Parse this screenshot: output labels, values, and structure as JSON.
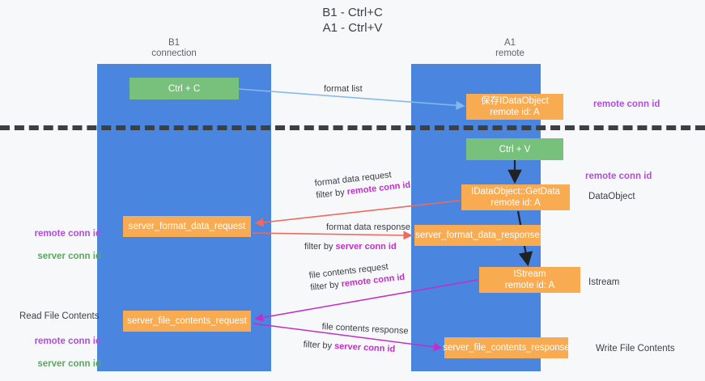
{
  "title": "B1 - Ctrl+C\nA1 - Ctrl+V",
  "columns": {
    "left": "B1\nconnection",
    "right": "A1\nremote"
  },
  "nodes": {
    "ctrl_c": "Ctrl + C",
    "save_idataobject": "保存IDataObject\nremote id: A",
    "ctrl_v": "Ctrl + V",
    "getdata": "IDataObject::GetData\nremote id: A",
    "server_format_data_request": "server_format_data_request",
    "server_format_data_response": "server_format_data_response",
    "istream": "IStream\nremote id: A",
    "server_file_contents_request": "server_file_contents_request",
    "server_file_contents_response": "server_file_contents_response"
  },
  "side_labels": {
    "remote_conn_id_top": "remote conn id",
    "remote_conn_id_mid": "remote conn id",
    "dataobject": "DataObject",
    "istream": "Istream",
    "write_file_contents": "Write File Contents",
    "read_file_contents": "Read File Contents",
    "remote_conn_id": "remote conn id",
    "server_conn_id": "server conn id"
  },
  "edges": {
    "format_list": "format list",
    "format_data_request": "format data request",
    "filter_by_prefix": "filter by ",
    "remote_conn_id": "remote conn id",
    "server_conn_id": "server conn id",
    "format_data_response": "format data response",
    "file_contents_request": "file contents request",
    "file_contents_response": "file contents response"
  },
  "colors": {
    "lane": "#4a86e0",
    "green_node": "#78c17c",
    "orange_node": "#f9ab51",
    "purple_text": "#b04fd8",
    "green_text": "#5aa85f",
    "red_arrow": "#ec6b5e",
    "magenta_arrow": "#c02fc8",
    "blue_arrow": "#84b7ea",
    "black_arrow": "#202124",
    "divider": "#3c4043"
  }
}
